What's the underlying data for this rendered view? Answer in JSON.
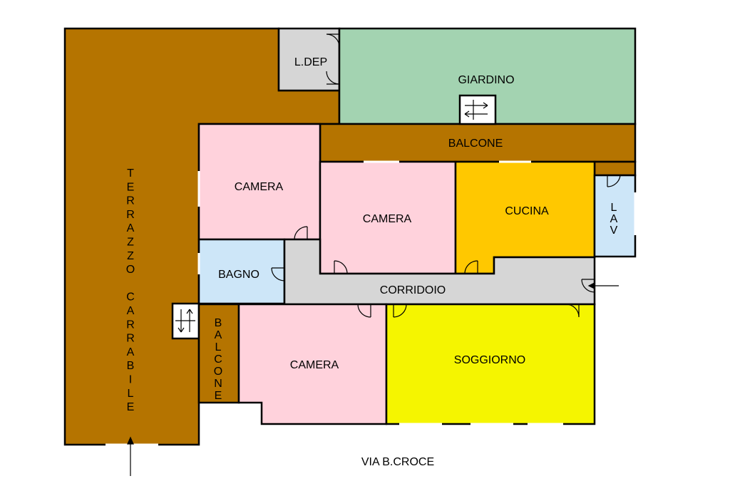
{
  "plan": {
    "rooms": {
      "terrazzo": "TERRAZZO CARRABILE",
      "ldep": "L.DEP",
      "giardino": "GIARDINO",
      "balcone_top": "BALCONE",
      "camera_1": "CAMERA",
      "camera_2": "CAMERA",
      "cucina": "CUCINA",
      "lav": "LAV",
      "bagno": "BAGNO",
      "corridoio": "CORRIDOIO",
      "balcone_side": "BALCONE",
      "camera_3": "CAMERA",
      "soggiorno": "SOGGIORNO"
    },
    "street": "VIA B.CROCE"
  },
  "colors": {
    "terrace": "#b57400",
    "garden": "#a3d3b1",
    "bedroom": "#ffd2dc",
    "kitchen": "#ffc800",
    "bath": "#cde6f8",
    "corridor": "#d6d6d6",
    "living": "#f5f500",
    "storage": "#d6d6d6"
  }
}
